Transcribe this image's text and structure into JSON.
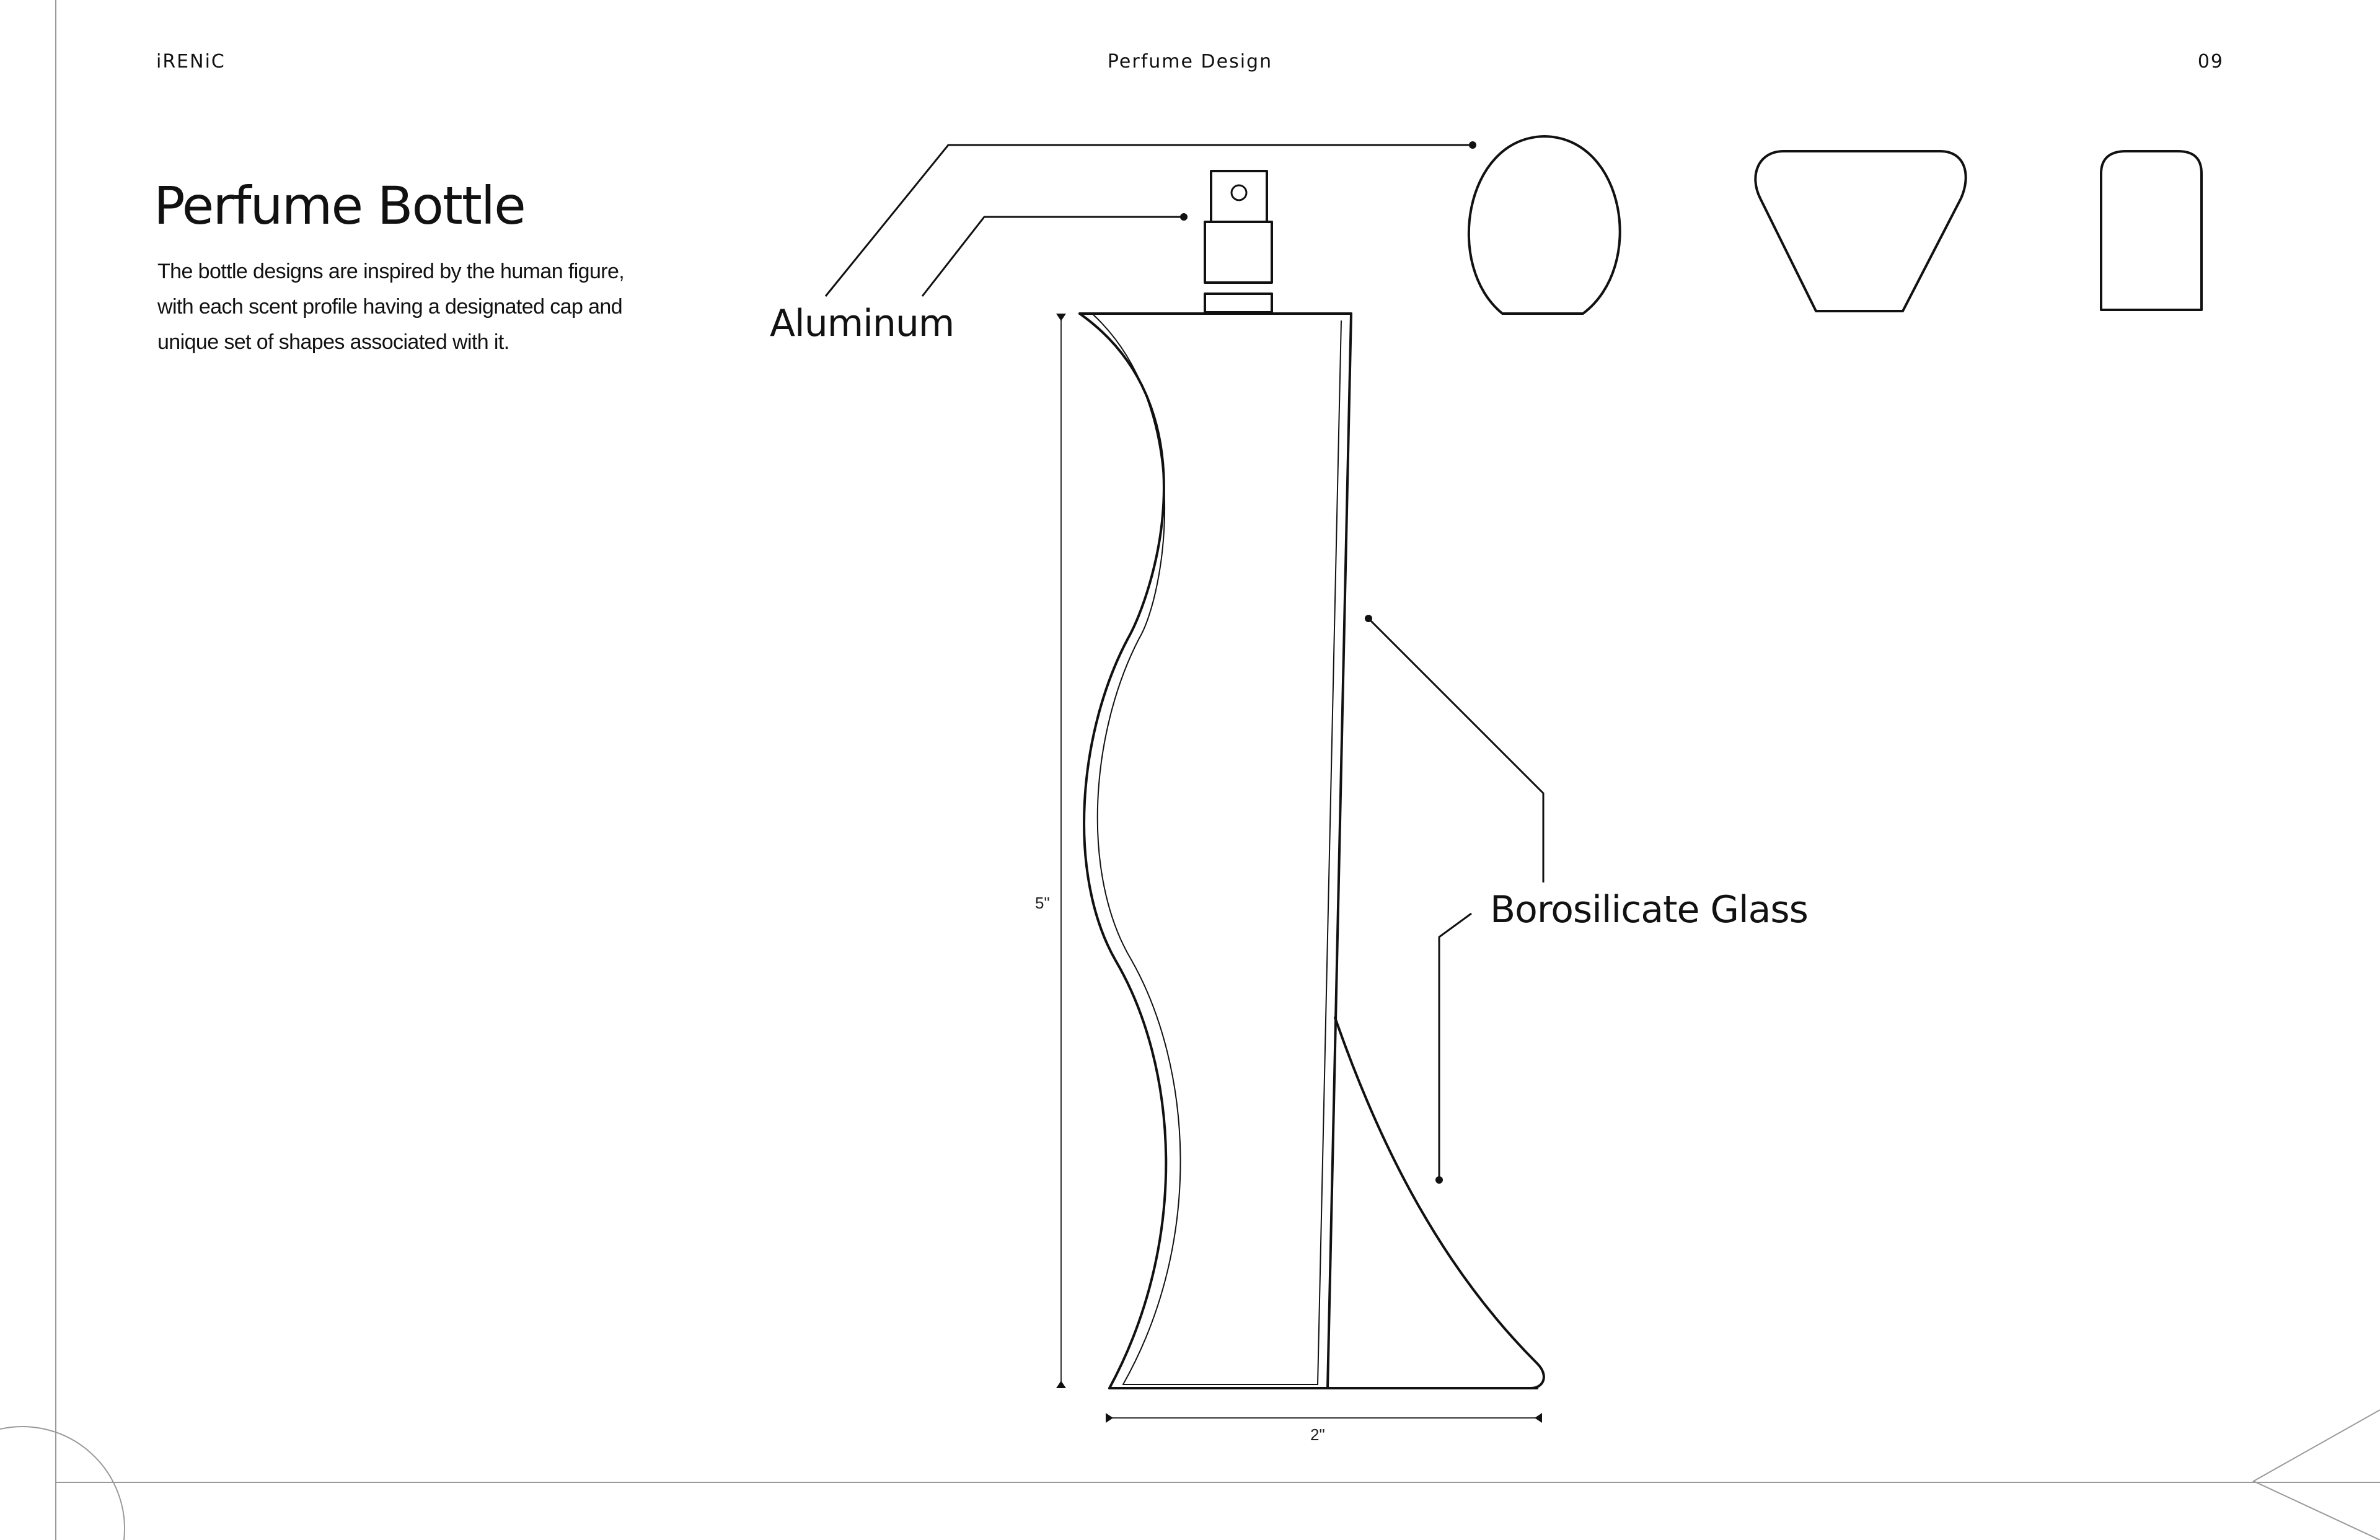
{
  "header": {
    "brand": "iRENiC",
    "section": "Perfume Design",
    "page_number": "09"
  },
  "content": {
    "title": "Perfume Bottle",
    "description": "The bottle designs are inspired by the human figure, with each scent profile having a designated cap and unique set of shapes associated with it."
  },
  "callouts": {
    "cap_material": "Aluminum",
    "bottle_material": "Borosilicate Glass"
  },
  "dimensions": {
    "height": "5\"",
    "width": "2\""
  },
  "cap_variants": [
    {
      "name": "rounded-cap"
    },
    {
      "name": "trapezoid-cap"
    },
    {
      "name": "arch-cap"
    }
  ]
}
